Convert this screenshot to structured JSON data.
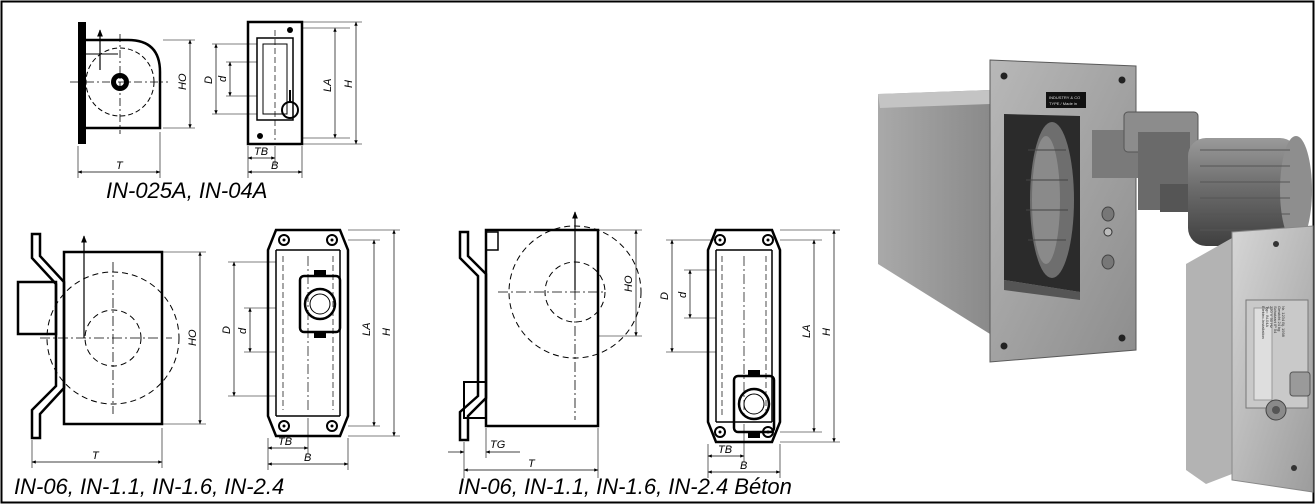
{
  "captions": {
    "top_set": "IN-025A, IN-04A",
    "standard_set": "IN-06, IN-1.1, IN-1.6, IN-2.4",
    "beton_set": "IN-06, IN-1.1, IN-1.6, IN-2.4 Béton"
  },
  "dimensions": {
    "T": "T",
    "TB": "TB",
    "TG": "TG",
    "B": "B",
    "HO": "HO",
    "D": "D",
    "d": "d",
    "LA": "LA",
    "H": "H"
  },
  "nameplate": {
    "line1": "INDUSTRY & CO",
    "line2": "TYPE / Made in"
  },
  "small_unit_label": {
    "lines": [
      "Elektro-Installation",
      "Typ: IN-04A",
      "220 V  50 Hz",
      "Schutzart IP 54",
      "Gewicht 24 kg",
      "Nr. 1234  Bj. 1998"
    ]
  }
}
